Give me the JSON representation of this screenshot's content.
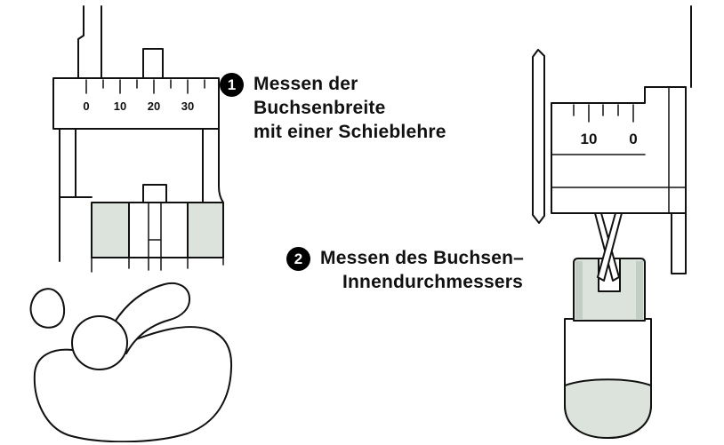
{
  "figure": {
    "steps": [
      {
        "number": "1",
        "lines": [
          "Messen der",
          "Buchsenbreite",
          "mit einer Schieblehre"
        ]
      },
      {
        "number": "2",
        "lines": [
          "Messen des Buchsen–",
          "Innendurchmessers"
        ]
      }
    ]
  },
  "left_caliper": {
    "ticks": [
      "0",
      "10",
      "20",
      "30"
    ]
  },
  "right_caliper": {
    "ticks": [
      "10",
      "0"
    ]
  },
  "colors": {
    "line": "#111111",
    "bushing": "#dce3dc",
    "bushing_shade": "#c2cdc4"
  }
}
